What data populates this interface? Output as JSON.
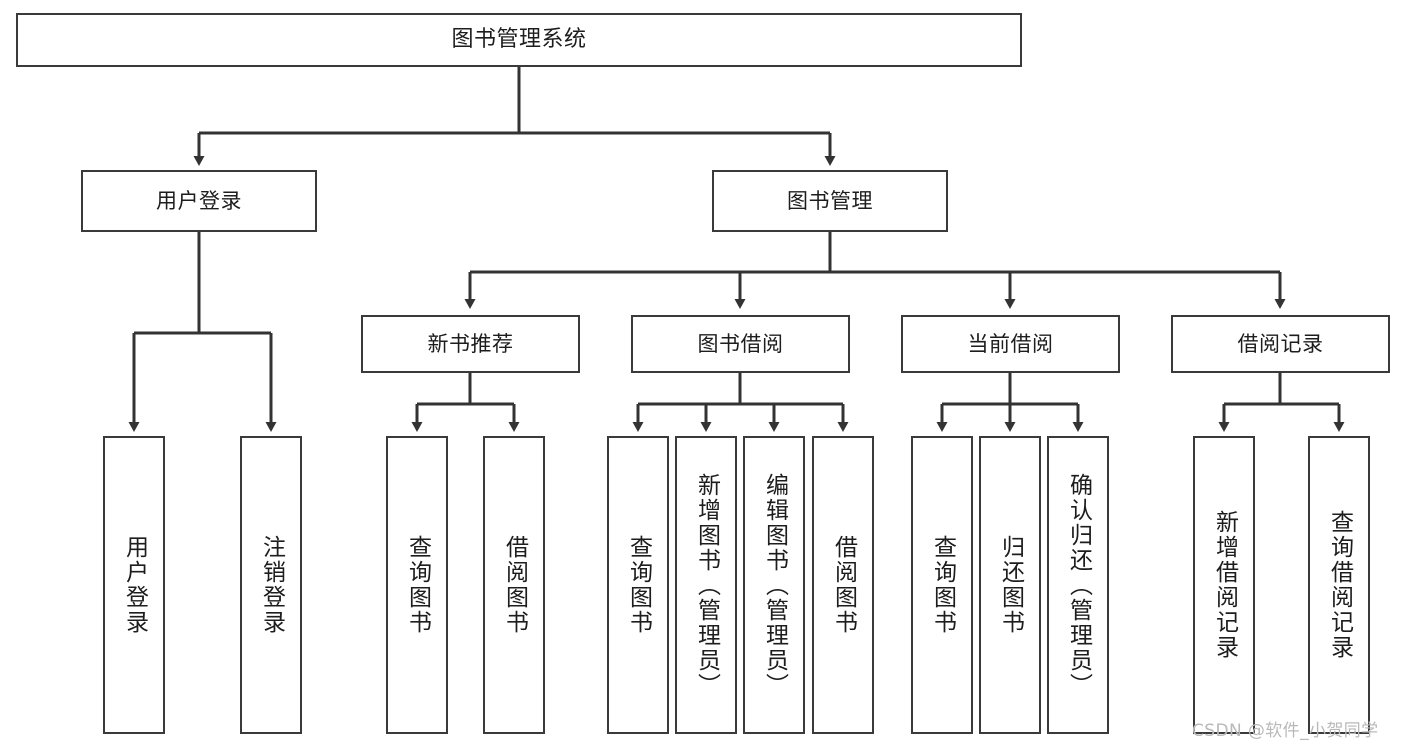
{
  "diagram": {
    "title": "图书管理系统",
    "type": "tree",
    "colors": {
      "background": "#ffffff",
      "border": "#3a3a3a",
      "text": "#1d1d1d",
      "connector": "#333333",
      "watermark": "#b9b9b9"
    },
    "nodes": {
      "root": {
        "label": "图书管理系统"
      },
      "level2": [
        {
          "label": "用户登录"
        },
        {
          "label": "图书管理"
        }
      ],
      "level3": [
        {
          "label": "新书推荐"
        },
        {
          "label": "图书借阅"
        },
        {
          "label": "当前借阅"
        },
        {
          "label": "借阅记录"
        }
      ],
      "leaves": {
        "user_login": [
          {
            "label": "用户登录"
          },
          {
            "label": "注销登录"
          }
        ],
        "new_book": [
          {
            "label": "查询图书"
          },
          {
            "label": "借阅图书"
          }
        ],
        "book_borrow": [
          {
            "label": "查询图书"
          },
          {
            "label": "新增图书（管理员）"
          },
          {
            "label": "编辑图书（管理员）"
          },
          {
            "label": "借阅图书"
          }
        ],
        "current_borrow": [
          {
            "label": "查询图书"
          },
          {
            "label": "归还图书"
          },
          {
            "label": "确认归还（管理员）"
          }
        ],
        "borrow_record": [
          {
            "label": "新增借阅记录"
          },
          {
            "label": "查询借阅记录"
          }
        ]
      }
    },
    "watermark": "CSDN @软件_小贺同学"
  }
}
